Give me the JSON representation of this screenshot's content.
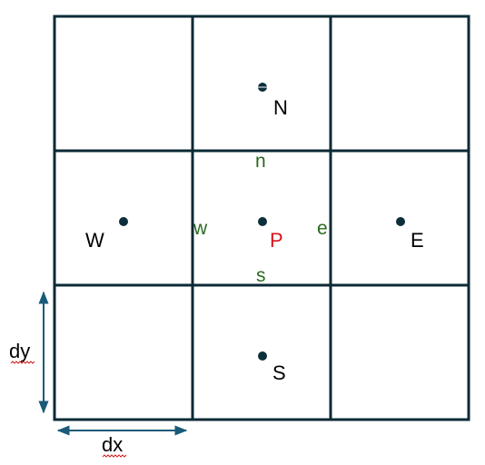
{
  "grid": {
    "rows": 3,
    "cols": 3,
    "line_color": "#0b2a36",
    "background": "#ffffff"
  },
  "nodes": {
    "N": {
      "label": "N",
      "row": 0,
      "col": 1,
      "color": "#000000"
    },
    "W": {
      "label": "W",
      "row": 1,
      "col": 0,
      "color": "#000000"
    },
    "P": {
      "label": "P",
      "row": 1,
      "col": 1,
      "color": "#d8141c"
    },
    "E": {
      "label": "E",
      "row": 1,
      "col": 2,
      "color": "#000000"
    },
    "S": {
      "label": "S",
      "row": 2,
      "col": 1,
      "color": "#000000"
    }
  },
  "node_marker_color": "#0d2f3c",
  "faces": {
    "n": {
      "label": "n",
      "color": "#2a6a1e"
    },
    "s": {
      "label": "s",
      "color": "#2a6a1e"
    },
    "w": {
      "label": "w",
      "color": "#2a6a1e"
    },
    "e": {
      "label": "e",
      "color": "#2a6a1e"
    }
  },
  "dimensions": {
    "dx": {
      "label": "dx",
      "color": "#1a5a7a"
    },
    "dy": {
      "label": "dy",
      "color": "#1a5a7a"
    }
  },
  "spellcheck_underline_color": "#d02020"
}
